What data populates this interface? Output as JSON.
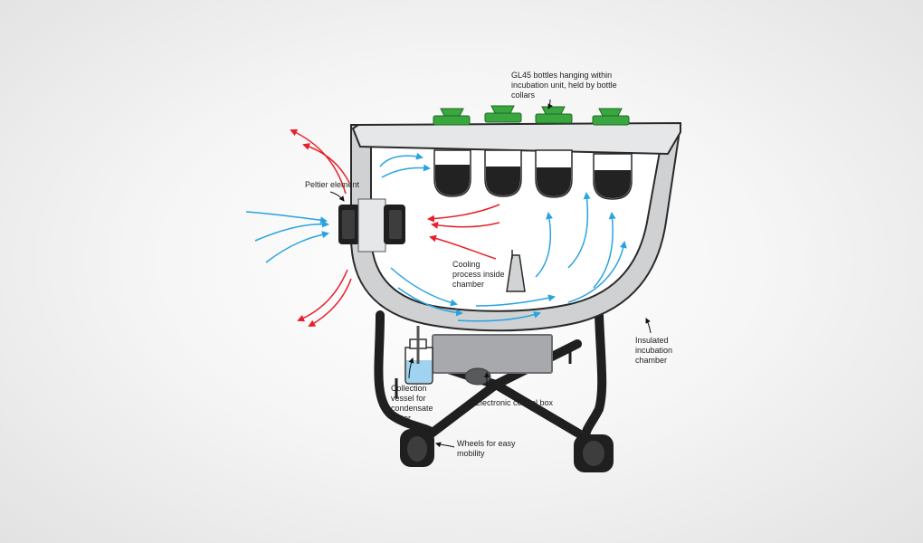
{
  "labels": {
    "bottles": "GL45 bottles hanging within incubation unit, held by bottle collars",
    "peltier": "Peltier element",
    "cooling": "Cooling process inside chamber",
    "chamber": "Insulated incubation chamber",
    "collection": "Collection vessel for condensate water",
    "control_box": "Electronic control box",
    "wheels": "Wheels for easy mobility"
  },
  "colors": {
    "cold_air": "#29a3e0",
    "warm_air": "#e8202a",
    "bottle_cap": "#3aa640",
    "bottle_liquid": "#222222",
    "chamber_wall": "#cfd1d3",
    "condensate_water": "#9fd3f0"
  }
}
